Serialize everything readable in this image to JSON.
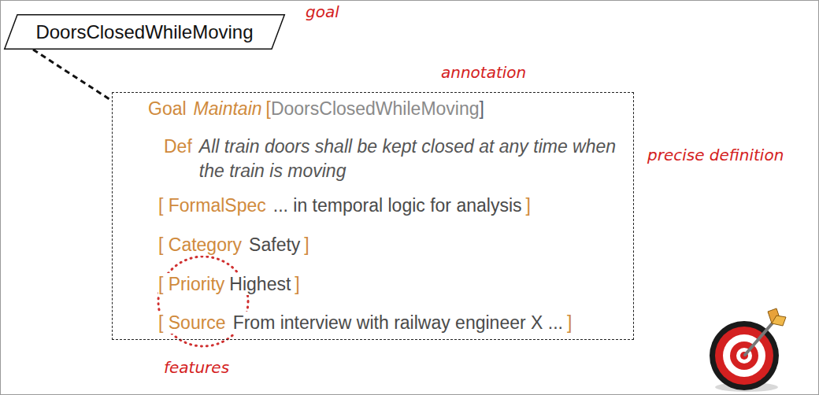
{
  "diagram": {
    "nodes": [
      {
        "text": [
          "DoorsClosedWhileMoving"
        ]
      },
      {
        "text": [
          "Goal",
          "Maintain",
          "[",
          "DoorsClosedWhileMoving",
          "]",
          "Def",
          "All train doors shall be kept closed at any time when the train is moving",
          "[ FormalSpec",
          "... in temporal logic for analysis",
          "]",
          "[ Category",
          "Safety",
          "]",
          "[ Priority",
          "Highest",
          "]",
          "[ Source",
          "From interview with railway engineer X ...",
          "]"
        ]
      }
    ],
    "edges": [
      {
        "from": 0,
        "to": 1,
        "arrow": "none"
      }
    ],
    "labels": [
      "goal",
      "annotation",
      "precise definition",
      "features"
    ]
  }
}
